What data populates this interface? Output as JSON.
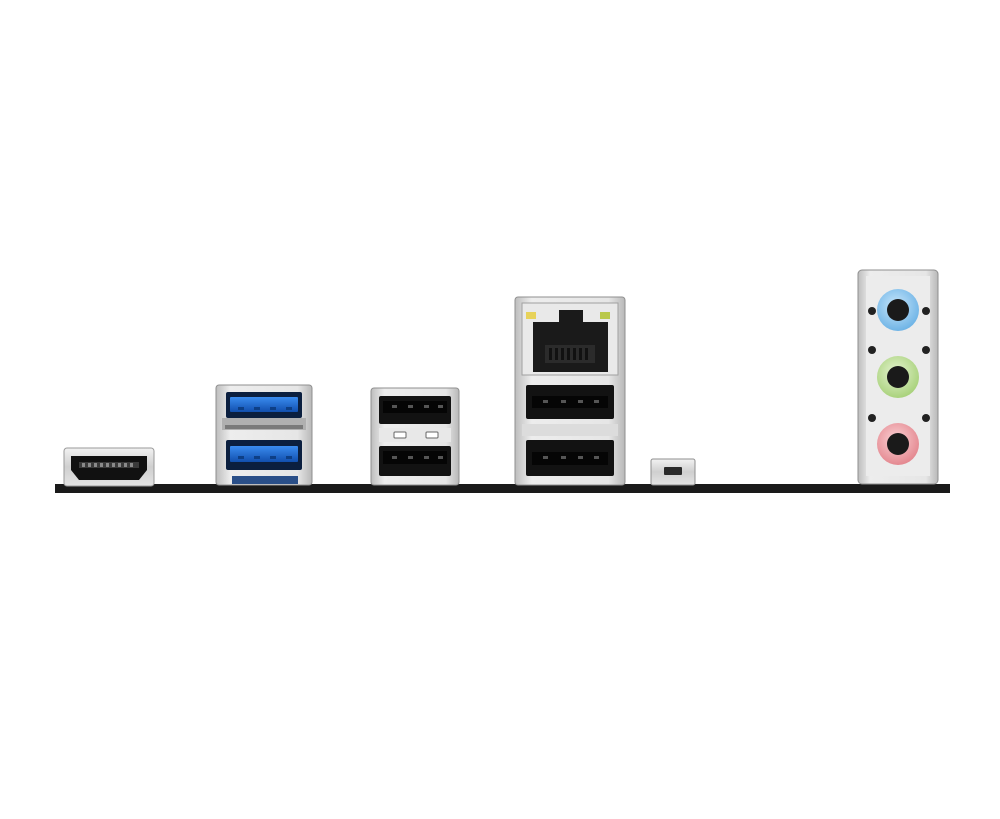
{
  "image": {
    "background_color": "#ffffff",
    "colors": {
      "pcb": "#1a1a1a",
      "usb3_blue": "#1f6fd6",
      "usb2_black": "#121212",
      "metal_shell": "#d4d4d4",
      "audio_line_in_blue": "#8ec8ef",
      "audio_line_out_green": "#c7e3a4",
      "audio_mic_pink": "#f1a8ad"
    },
    "components": [
      {
        "name": "hdmi-port",
        "icon": "hdmi-icon"
      },
      {
        "name": "usb3-port-top",
        "icon": "usb-icon"
      },
      {
        "name": "usb3-port-bottom",
        "icon": "usb-icon"
      },
      {
        "name": "usb2-port-top",
        "icon": "usb-icon"
      },
      {
        "name": "usb2-port-bottom",
        "icon": "usb-icon"
      },
      {
        "name": "ethernet-port",
        "icon": "rj45-icon"
      },
      {
        "name": "usb-port-under-lan-top",
        "icon": "usb-icon"
      },
      {
        "name": "usb-port-under-lan-bottom",
        "icon": "usb-icon"
      },
      {
        "name": "flash-bios-button",
        "icon": "button-icon"
      },
      {
        "name": "audio-jack-line-in",
        "icon": "audio-jack-icon"
      },
      {
        "name": "audio-jack-line-out",
        "icon": "audio-jack-icon"
      },
      {
        "name": "audio-jack-mic-in",
        "icon": "audio-jack-icon"
      }
    ]
  }
}
